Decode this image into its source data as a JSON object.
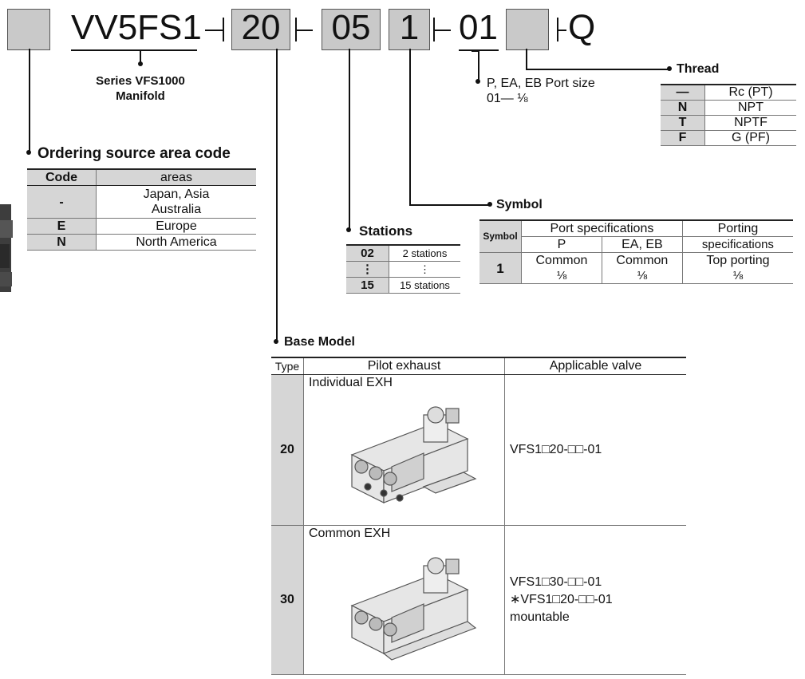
{
  "model_code": {
    "prefix": "VV5FS1",
    "dash1": "-",
    "base": "20",
    "dash2": "-",
    "stations": "05",
    "symbol": "1",
    "dash3": "-",
    "port": "01",
    "dash4": "-",
    "suffix": "Q"
  },
  "series": {
    "line1": "Series VFS1000",
    "line2": "Manifold"
  },
  "ordering": {
    "title": "Ordering source area code",
    "headers": [
      "Code",
      "areas"
    ],
    "rows": [
      {
        "code": "-",
        "area1": "Japan, Asia",
        "area2": "Australia"
      },
      {
        "code": "E",
        "area": "Europe"
      },
      {
        "code": "N",
        "area": "North America"
      }
    ]
  },
  "port_size": {
    "line1": "P, EA, EB Port size",
    "line2": "01— ⅛"
  },
  "thread": {
    "title": "Thread",
    "rows": [
      {
        "code": "—",
        "value": "Rc (PT)"
      },
      {
        "code": "N",
        "value": "NPT"
      },
      {
        "code": "T",
        "value": "NPTF"
      },
      {
        "code": "F",
        "value": "G (PF)"
      }
    ]
  },
  "stations": {
    "title": "Stations",
    "rows": [
      {
        "code": "02",
        "value": "2 stations"
      },
      {
        "code": "⋮",
        "value": "⋮"
      },
      {
        "code": "15",
        "value": "15 stations"
      }
    ]
  },
  "symbol": {
    "title": "Symbol",
    "header_symbol": "Symbol",
    "header_port_spec": "Port specifications",
    "header_p": "P",
    "header_ea_eb": "EA, EB",
    "header_porting1": "Porting",
    "header_porting2": "specifications",
    "row": {
      "symbol": "1",
      "p1": "Common",
      "p2": "⅛",
      "ea1": "Common",
      "ea2": "⅛",
      "port1": "Top porting",
      "port2": "⅛"
    }
  },
  "base_model": {
    "title": "Base Model",
    "headers": [
      "Type",
      "Pilot exhaust",
      "Applicable valve"
    ],
    "rows": [
      {
        "type": "20",
        "pilot": "Individual EXH",
        "valve1": "VFS1□20-□□-01",
        "valve2": "",
        "valve3": ""
      },
      {
        "type": "30",
        "pilot": "Common EXH",
        "valve1": "VFS1□30-□□-01",
        "valve2": "∗VFS1□20-□□-01",
        "valve3": "mountable"
      }
    ]
  }
}
